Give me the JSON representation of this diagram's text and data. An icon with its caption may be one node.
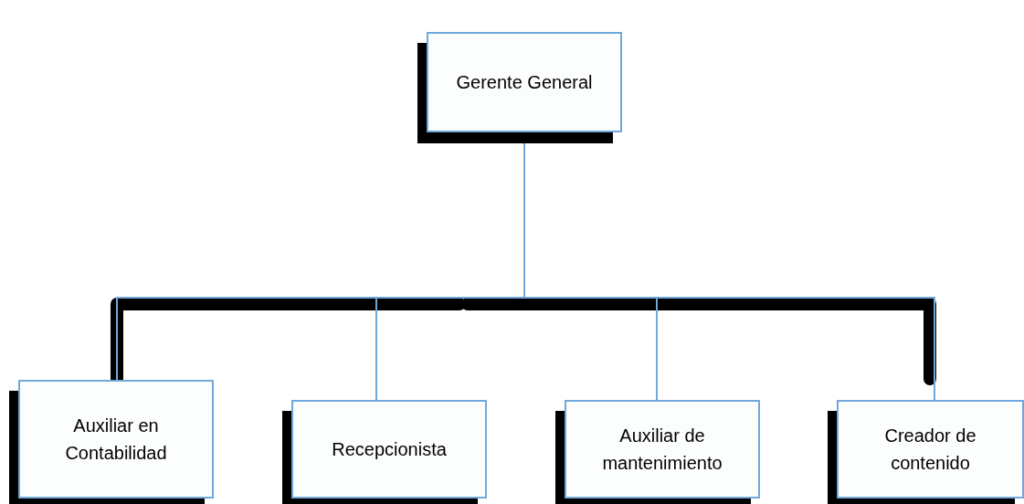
{
  "diagram": {
    "nodes": [
      {
        "text": [
          "Gerente General"
        ]
      },
      {
        "text": [
          "Auxiliar en Contabilidad"
        ]
      },
      {
        "text": [
          "Recepcionista"
        ]
      },
      {
        "text": [
          "Auxiliar de mantenimiento"
        ]
      },
      {
        "text": [
          "Creador de contenido"
        ]
      }
    ],
    "edges": [
      {
        "from": 0,
        "to": 1,
        "arrow": "none"
      },
      {
        "from": 0,
        "to": 2,
        "arrow": "none"
      },
      {
        "from": 0,
        "to": 3,
        "arrow": "none"
      },
      {
        "from": 0,
        "to": 4,
        "arrow": "none"
      }
    ]
  }
}
